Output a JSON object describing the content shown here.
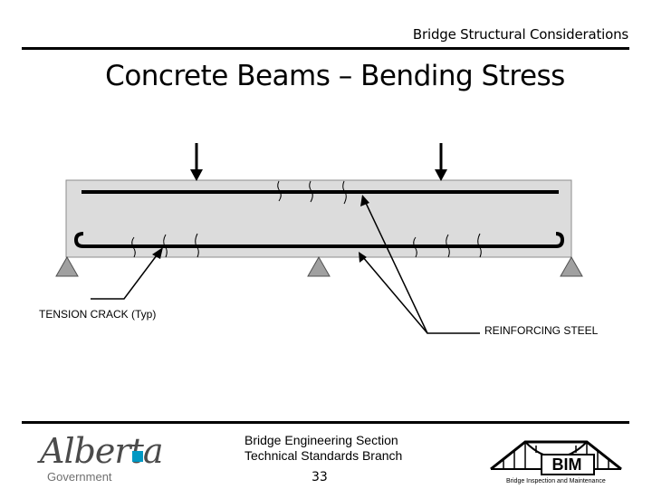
{
  "header": {
    "section_title": "Bridge Structural Considerations"
  },
  "slide": {
    "title": "Concrete Beams – Bending Stress"
  },
  "diagram": {
    "labels": {
      "tension_crack": "TENSION CRACK (Typ)",
      "reinforcing_steel": "REINFORCING STEEL"
    },
    "supports": 3,
    "point_loads": 2,
    "colors": {
      "beam_fill": "#dcdcdc",
      "support_fill": "#a0a0a0",
      "line": "#000000"
    }
  },
  "footer": {
    "line1": "Bridge Engineering Section",
    "line2": "Technical Standards Branch",
    "page_number": "33",
    "alberta_logo": {
      "wordmark": "Alberta",
      "subtitle": "Government",
      "accent_color": "#0098c3"
    },
    "bim_logo": {
      "text": "BIM",
      "caption": "Bridge Inspection and Maintenance"
    }
  }
}
